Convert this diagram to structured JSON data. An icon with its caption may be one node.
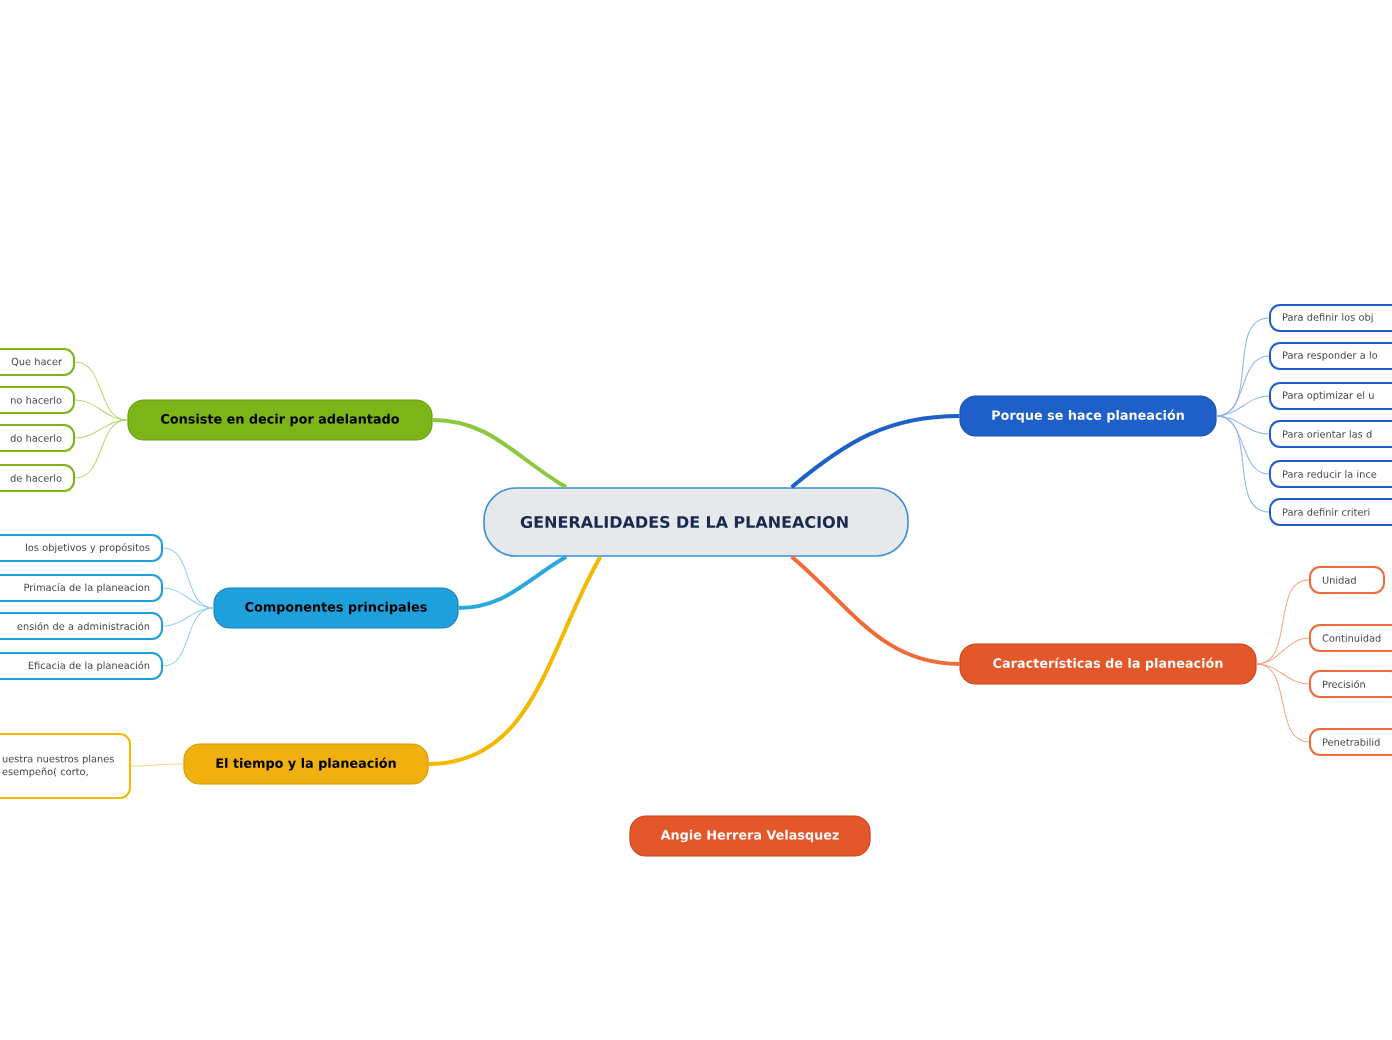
{
  "diagram": {
    "nodes": [
      {
        "text": [
          "GENERALIDADES DE LA PLANEACION"
        ]
      },
      {
        "text": [
          "Consiste en decir por adelantado"
        ]
      },
      {
        "text": [
          "Que hacer"
        ]
      },
      {
        "text": [
          "no hacerlo"
        ]
      },
      {
        "text": [
          "do hacerlo"
        ]
      },
      {
        "text": [
          "de hacerlo"
        ]
      },
      {
        "text": [
          "Componentes principales"
        ]
      },
      {
        "text": [
          "los objetivos y propósitos"
        ]
      },
      {
        "text": [
          "Primacía de la planeacion"
        ]
      },
      {
        "text": [
          "ensión de a administración"
        ]
      },
      {
        "text": [
          "Eficacia de la planeación"
        ]
      },
      {
        "text": [
          "El tiempo y la planeación"
        ]
      },
      {
        "text": [
          "uestra nuestros planes esempeño( corto,"
        ]
      },
      {
        "text": [
          "Porque se hace planeación"
        ]
      },
      {
        "text": [
          "Para definir los obj"
        ]
      },
      {
        "text": [
          "Para responder a lo"
        ]
      },
      {
        "text": [
          "Para optimizar el u"
        ]
      },
      {
        "text": [
          "Para orientar las d"
        ]
      },
      {
        "text": [
          "Para reducir la ince"
        ]
      },
      {
        "text": [
          "Para definir criteri"
        ]
      },
      {
        "text": [
          "Características de la planeación"
        ]
      },
      {
        "text": [
          "Unidad"
        ]
      },
      {
        "text": [
          "Continuidad"
        ]
      },
      {
        "text": [
          "Precisión"
        ]
      },
      {
        "text": [
          "Penetrabilid"
        ]
      },
      {
        "text": [
          "Angie Herrera Velasquez"
        ]
      }
    ],
    "edges": [
      {
        "from": 0,
        "to": 1,
        "arrow": "none",
        "style": "thick",
        "color": "#8dc63f"
      },
      {
        "from": 1,
        "to": 2,
        "arrow": "none",
        "color": "#b5d96b"
      },
      {
        "from": 1,
        "to": 3,
        "arrow": "none",
        "color": "#b5d96b"
      },
      {
        "from": 1,
        "to": 4,
        "arrow": "none",
        "color": "#b5d96b"
      },
      {
        "from": 1,
        "to": 5,
        "arrow": "none",
        "color": "#b5d96b"
      },
      {
        "from": 0,
        "to": 6,
        "arrow": "none",
        "style": "thick",
        "color": "#29a8e0"
      },
      {
        "from": 6,
        "to": 7,
        "arrow": "none",
        "color": "#8fd0f0"
      },
      {
        "from": 6,
        "to": 8,
        "arrow": "none",
        "color": "#8fd0f0"
      },
      {
        "from": 6,
        "to": 9,
        "arrow": "none",
        "color": "#8fd0f0"
      },
      {
        "from": 6,
        "to": 10,
        "arrow": "none",
        "color": "#8fd0f0"
      },
      {
        "from": 0,
        "to": 11,
        "arrow": "none",
        "style": "thick",
        "color": "#f5b800"
      },
      {
        "from": 11,
        "to": 12,
        "arrow": "none",
        "color": "#fad77a"
      },
      {
        "from": 0,
        "to": 13,
        "arrow": "none",
        "style": "thick",
        "color": "#1e5fc9"
      },
      {
        "from": 13,
        "to": 14,
        "arrow": "none",
        "color": "#8ab4f0"
      },
      {
        "from": 13,
        "to": 15,
        "arrow": "none",
        "color": "#8ab4f0"
      },
      {
        "from": 13,
        "to": 16,
        "arrow": "none",
        "color": "#8ab4f0"
      },
      {
        "from": 13,
        "to": 17,
        "arrow": "none",
        "color": "#8ab4f0"
      },
      {
        "from": 13,
        "to": 18,
        "arrow": "none",
        "color": "#8ab4f0"
      },
      {
        "from": 13,
        "to": 19,
        "arrow": "none",
        "color": "#8ab4f0"
      },
      {
        "from": 0,
        "to": 20,
        "arrow": "none",
        "style": "thick",
        "color": "#f06a3a"
      },
      {
        "from": 20,
        "to": 21,
        "arrow": "none",
        "color": "#f7a07f"
      },
      {
        "from": 20,
        "to": 22,
        "arrow": "none",
        "color": "#f7a07f"
      },
      {
        "from": 20,
        "to": 23,
        "arrow": "none",
        "color": "#f7a07f"
      },
      {
        "from": 20,
        "to": 24,
        "arrow": "none",
        "color": "#f7a07f"
      }
    ]
  }
}
